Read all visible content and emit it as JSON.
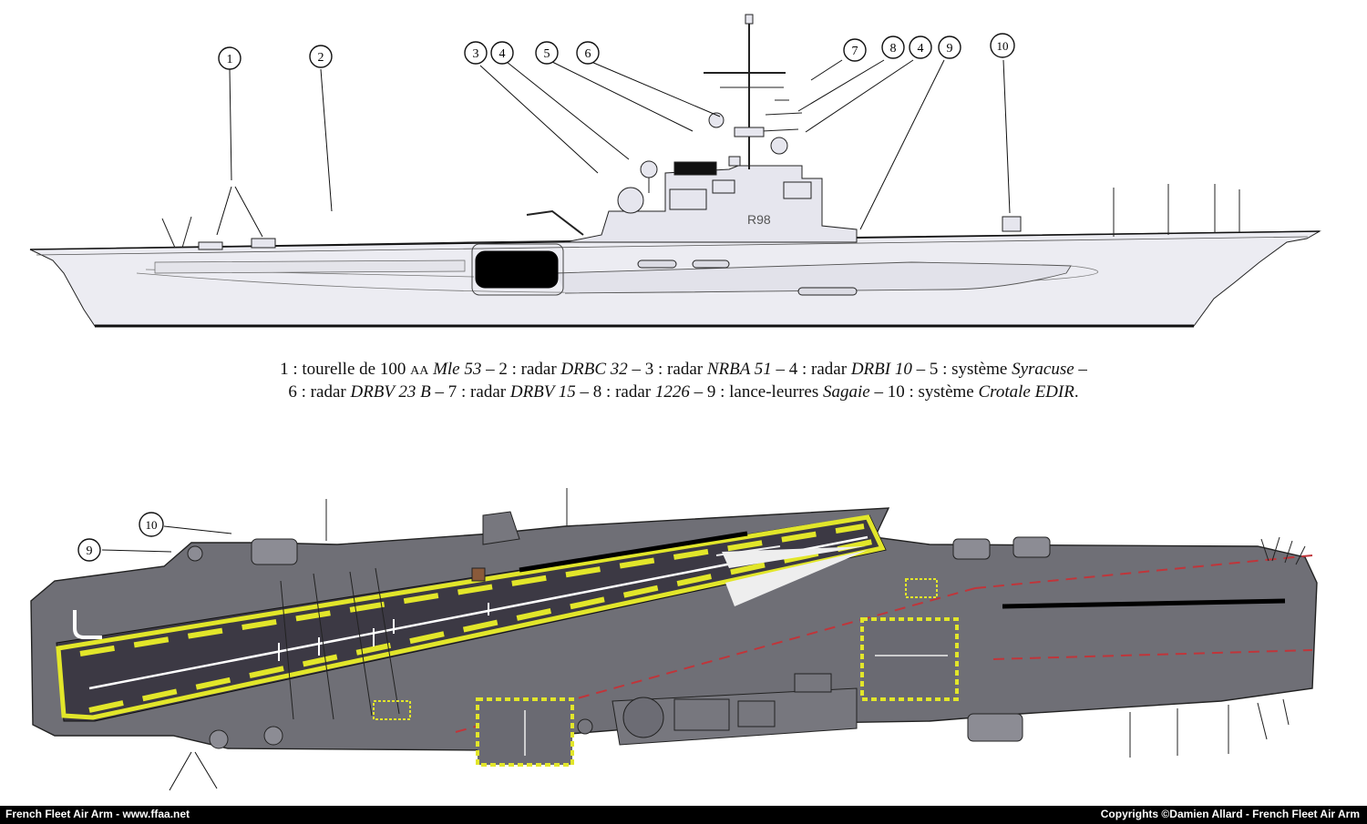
{
  "caption": {
    "line1": [
      {
        "t": "1 : tourelle de 100 ",
        "s": "n"
      },
      {
        "t": "AA",
        "s": "sc"
      },
      {
        "t": " Mle 53",
        "s": "it"
      },
      {
        "t": " – 2 : radar ",
        "s": "n"
      },
      {
        "t": "DRBC 32",
        "s": "it"
      },
      {
        "t": " – 3 : radar ",
        "s": "n"
      },
      {
        "t": "NRBA 51",
        "s": "it"
      },
      {
        "t": " – 4 : radar ",
        "s": "n"
      },
      {
        "t": "DRBI 10",
        "s": "it"
      },
      {
        "t": " – 5 : système ",
        "s": "n"
      },
      {
        "t": "Syracuse",
        "s": "it"
      },
      {
        "t": " –",
        "s": "n"
      }
    ],
    "line2": [
      {
        "t": "6 : radar ",
        "s": "n"
      },
      {
        "t": "DRBV 23 B",
        "s": "it"
      },
      {
        "t": " – 7 : radar ",
        "s": "n"
      },
      {
        "t": "DRBV 15",
        "s": "it"
      },
      {
        "t": " – 8 : radar ",
        "s": "n"
      },
      {
        "t": "1226",
        "s": "it"
      },
      {
        "t": " – 9 : lance-leurres ",
        "s": "n"
      },
      {
        "t": "Sagaie",
        "s": "it"
      },
      {
        "t": " – 10 : système ",
        "s": "n"
      },
      {
        "t": "Crotale EDIR",
        "s": "it"
      },
      {
        "t": ".",
        "s": "n"
      }
    ]
  },
  "hull_number": "R98",
  "side_callouts": [
    "1",
    "2",
    "3",
    "4",
    "5",
    "6",
    "7",
    "8",
    "4",
    "9",
    "10"
  ],
  "plan_callouts": [
    "10",
    "9"
  ],
  "footer": {
    "left": "French Fleet Air Arm - www.ffaa.net",
    "right": "Copyrights ©Damien Allard - French Fleet Air Arm"
  },
  "colors": {
    "hull_side": "#ececf2",
    "deck_grey": "#6f6f76",
    "landing_area": "#3c3944",
    "deck_marking": "#e2e62a",
    "footer_bg": "#000000"
  }
}
